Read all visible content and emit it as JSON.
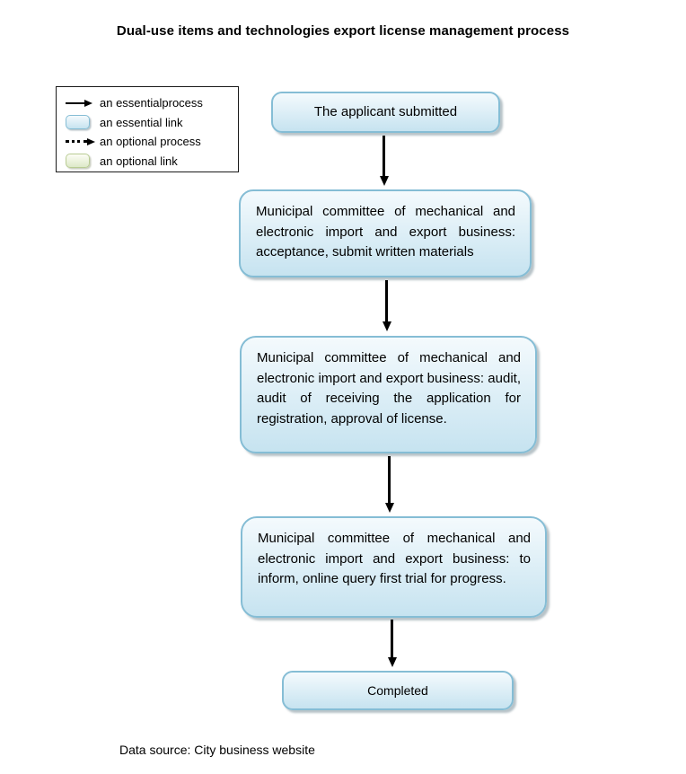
{
  "title": "Dual-use items and technologies export license management process",
  "legend": {
    "items": [
      {
        "glyph": "solid-arrow-icon",
        "label": "an essentialprocess"
      },
      {
        "glyph": "essential-link-swatch",
        "label": "an essential link"
      },
      {
        "glyph": "dotted-arrow-icon",
        "label": "an optional process"
      },
      {
        "glyph": "optional-link-swatch",
        "label": "an optional link"
      }
    ]
  },
  "flow": {
    "nodes": [
      {
        "id": "start",
        "label": "The applicant submitted"
      },
      {
        "id": "step1",
        "label": "Municipal committee of mechanical and electronic import and export business: acceptance, submit written materials"
      },
      {
        "id": "step2",
        "label": "Municipal committee of mechanical and electronic import and export business: audit, audit of receiving the application for registration, approval of license."
      },
      {
        "id": "step3",
        "label": "Municipal committee of mechanical and electronic import and export business: to inform, online query first trial for progress."
      },
      {
        "id": "end",
        "label": "Completed"
      }
    ],
    "connectors": [
      "start-step1",
      "step1-step2",
      "step2-step3",
      "step3-end"
    ]
  },
  "footer": {
    "data_source": "Data source: City business website"
  },
  "colors": {
    "arrow": "#000000",
    "essential_fill_top": "#f4fafd",
    "essential_fill_bottom": "#c6e3f0",
    "essential_border": "#85bdd5",
    "optional_fill_top": "#fcfdf5",
    "optional_fill_bottom": "#dde9c8",
    "optional_border": "#b9cc94"
  }
}
